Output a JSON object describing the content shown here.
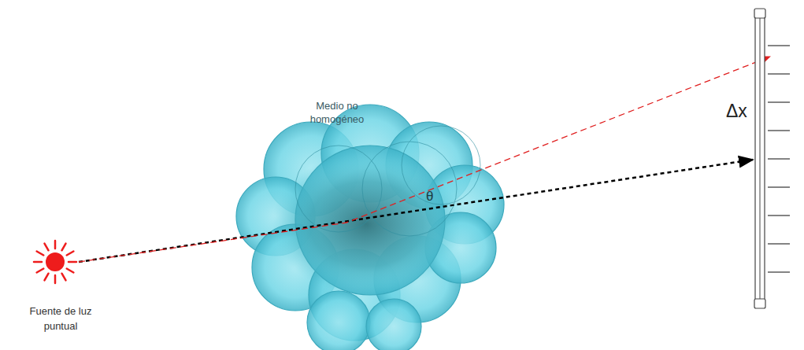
{
  "diagram": {
    "labels": [
      "Medio no homogéneo",
      "Fuente de luz puntual",
      "θ",
      "Δx"
    ]
  }
}
